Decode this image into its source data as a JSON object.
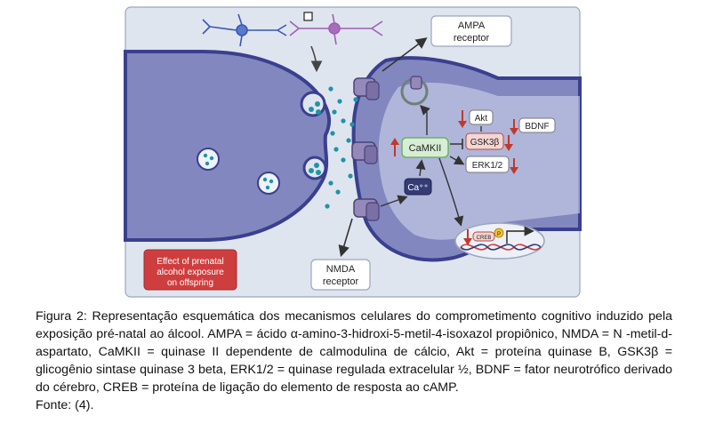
{
  "diagram": {
    "labels": {
      "ampa_receptor": "AMPA receptor",
      "nmda_receptor": "NMDA receptor",
      "camkii": "CaMKII",
      "akt": "Akt",
      "gsk3b": "GSK3β",
      "bdnf": "BDNF",
      "erk": "ERK1/2",
      "calcium": "Ca⁺⁺",
      "creb": "CREB",
      "phospho": "P",
      "effect_box": "Effect of prenatal alcohol exposure on offspring"
    },
    "colors": {
      "background_panel": "#dfe5ef",
      "neuron_fill": "#8287bf",
      "neuron_stroke": "#3a3f8f",
      "receptor_fill": "#9489b8",
      "vesicle_dot": "#1f93a8",
      "camkii_fill": "#d7eed4",
      "camkii_stroke": "#6cb06a",
      "effect_fill": "#cf3e3e",
      "down_arrow": "#c0392b",
      "up_arrow": "#c0392b",
      "calcium_fill": "#343b75"
    }
  },
  "caption": {
    "text": "Figura 2: Representação esquemática dos mecanismos celulares do comprometimento cognitivo induzido pela exposição pré-natal ao álcool. AMPA = ácido α-amino-3-hidroxi-5-metil-4-isoxazol propiônico, NMDA = N -metil-d-aspartato, CaMKII = quinase II dependente de calmodulina de cálcio, Akt = proteína quinase B, GSK3β = glicogênio sintase quinase 3 beta, ERK1/2 = quinase regulada extracelular ½, BDNF = fator neurotrófico derivado do cérebro, CREB = proteína de ligação do elemento de resposta ao cAMP.",
    "source": "Fonte: (4)."
  }
}
